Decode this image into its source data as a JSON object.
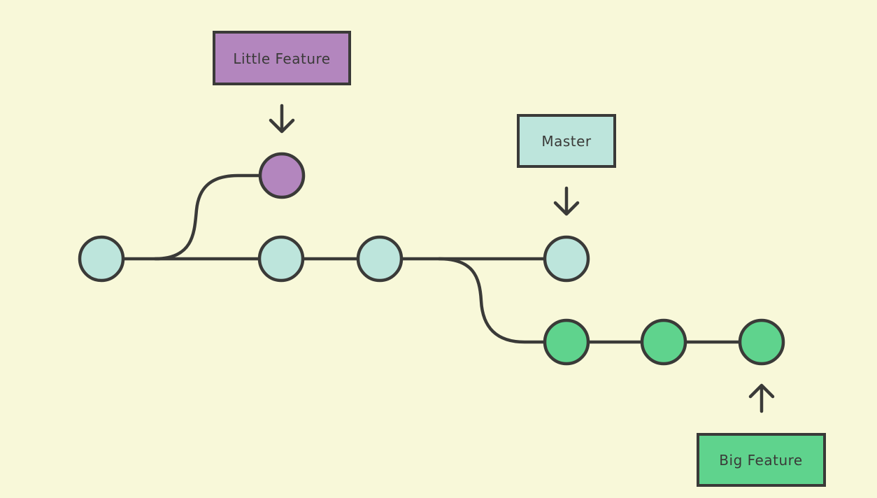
{
  "colors": {
    "background": "#f8f8d9",
    "stroke": "#3a3a38",
    "master": "#bde5dc",
    "little_feature": "#b386be",
    "big_feature": "#5fd38d"
  },
  "branches": {
    "little_feature": {
      "label": "Little Feature",
      "commit_count": 1
    },
    "master": {
      "label": "Master",
      "commit_count": 4
    },
    "big_feature": {
      "label": "Big Feature",
      "commit_count": 3
    }
  }
}
